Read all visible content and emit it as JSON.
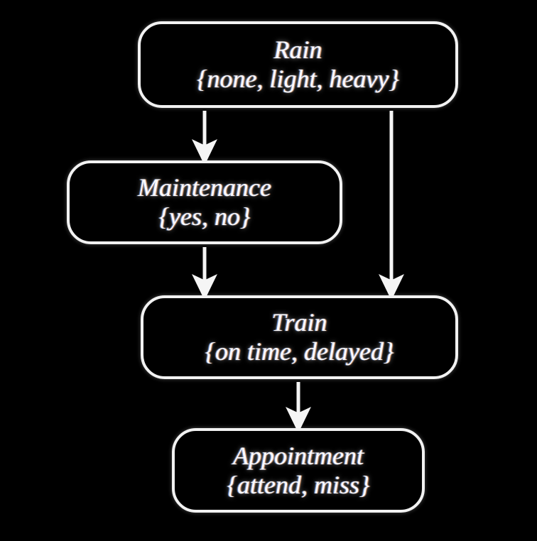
{
  "diagram": {
    "type": "bayesian-network",
    "background_color": "#000000",
    "node_stroke_color": "#f2f2f2",
    "text_color": "#fbfbfb",
    "edge_color": "#f5f5f5",
    "nodes": [
      {
        "id": "rain",
        "name": "Rain",
        "states": "{none, light, heavy}"
      },
      {
        "id": "maintenance",
        "name": "Maintenance",
        "states": "{yes, no}"
      },
      {
        "id": "train",
        "name": "Train",
        "states": "{on time, delayed}"
      },
      {
        "id": "appointment",
        "name": "Appointment",
        "states": "{attend, miss}"
      }
    ],
    "edges": [
      {
        "id": "rain-to-maintenance",
        "from": "rain",
        "to": "maintenance"
      },
      {
        "id": "rain-to-train",
        "from": "rain",
        "to": "train"
      },
      {
        "id": "maintenance-to-train",
        "from": "maintenance",
        "to": "train"
      },
      {
        "id": "train-to-appointment",
        "from": "train",
        "to": "appointment"
      }
    ]
  }
}
